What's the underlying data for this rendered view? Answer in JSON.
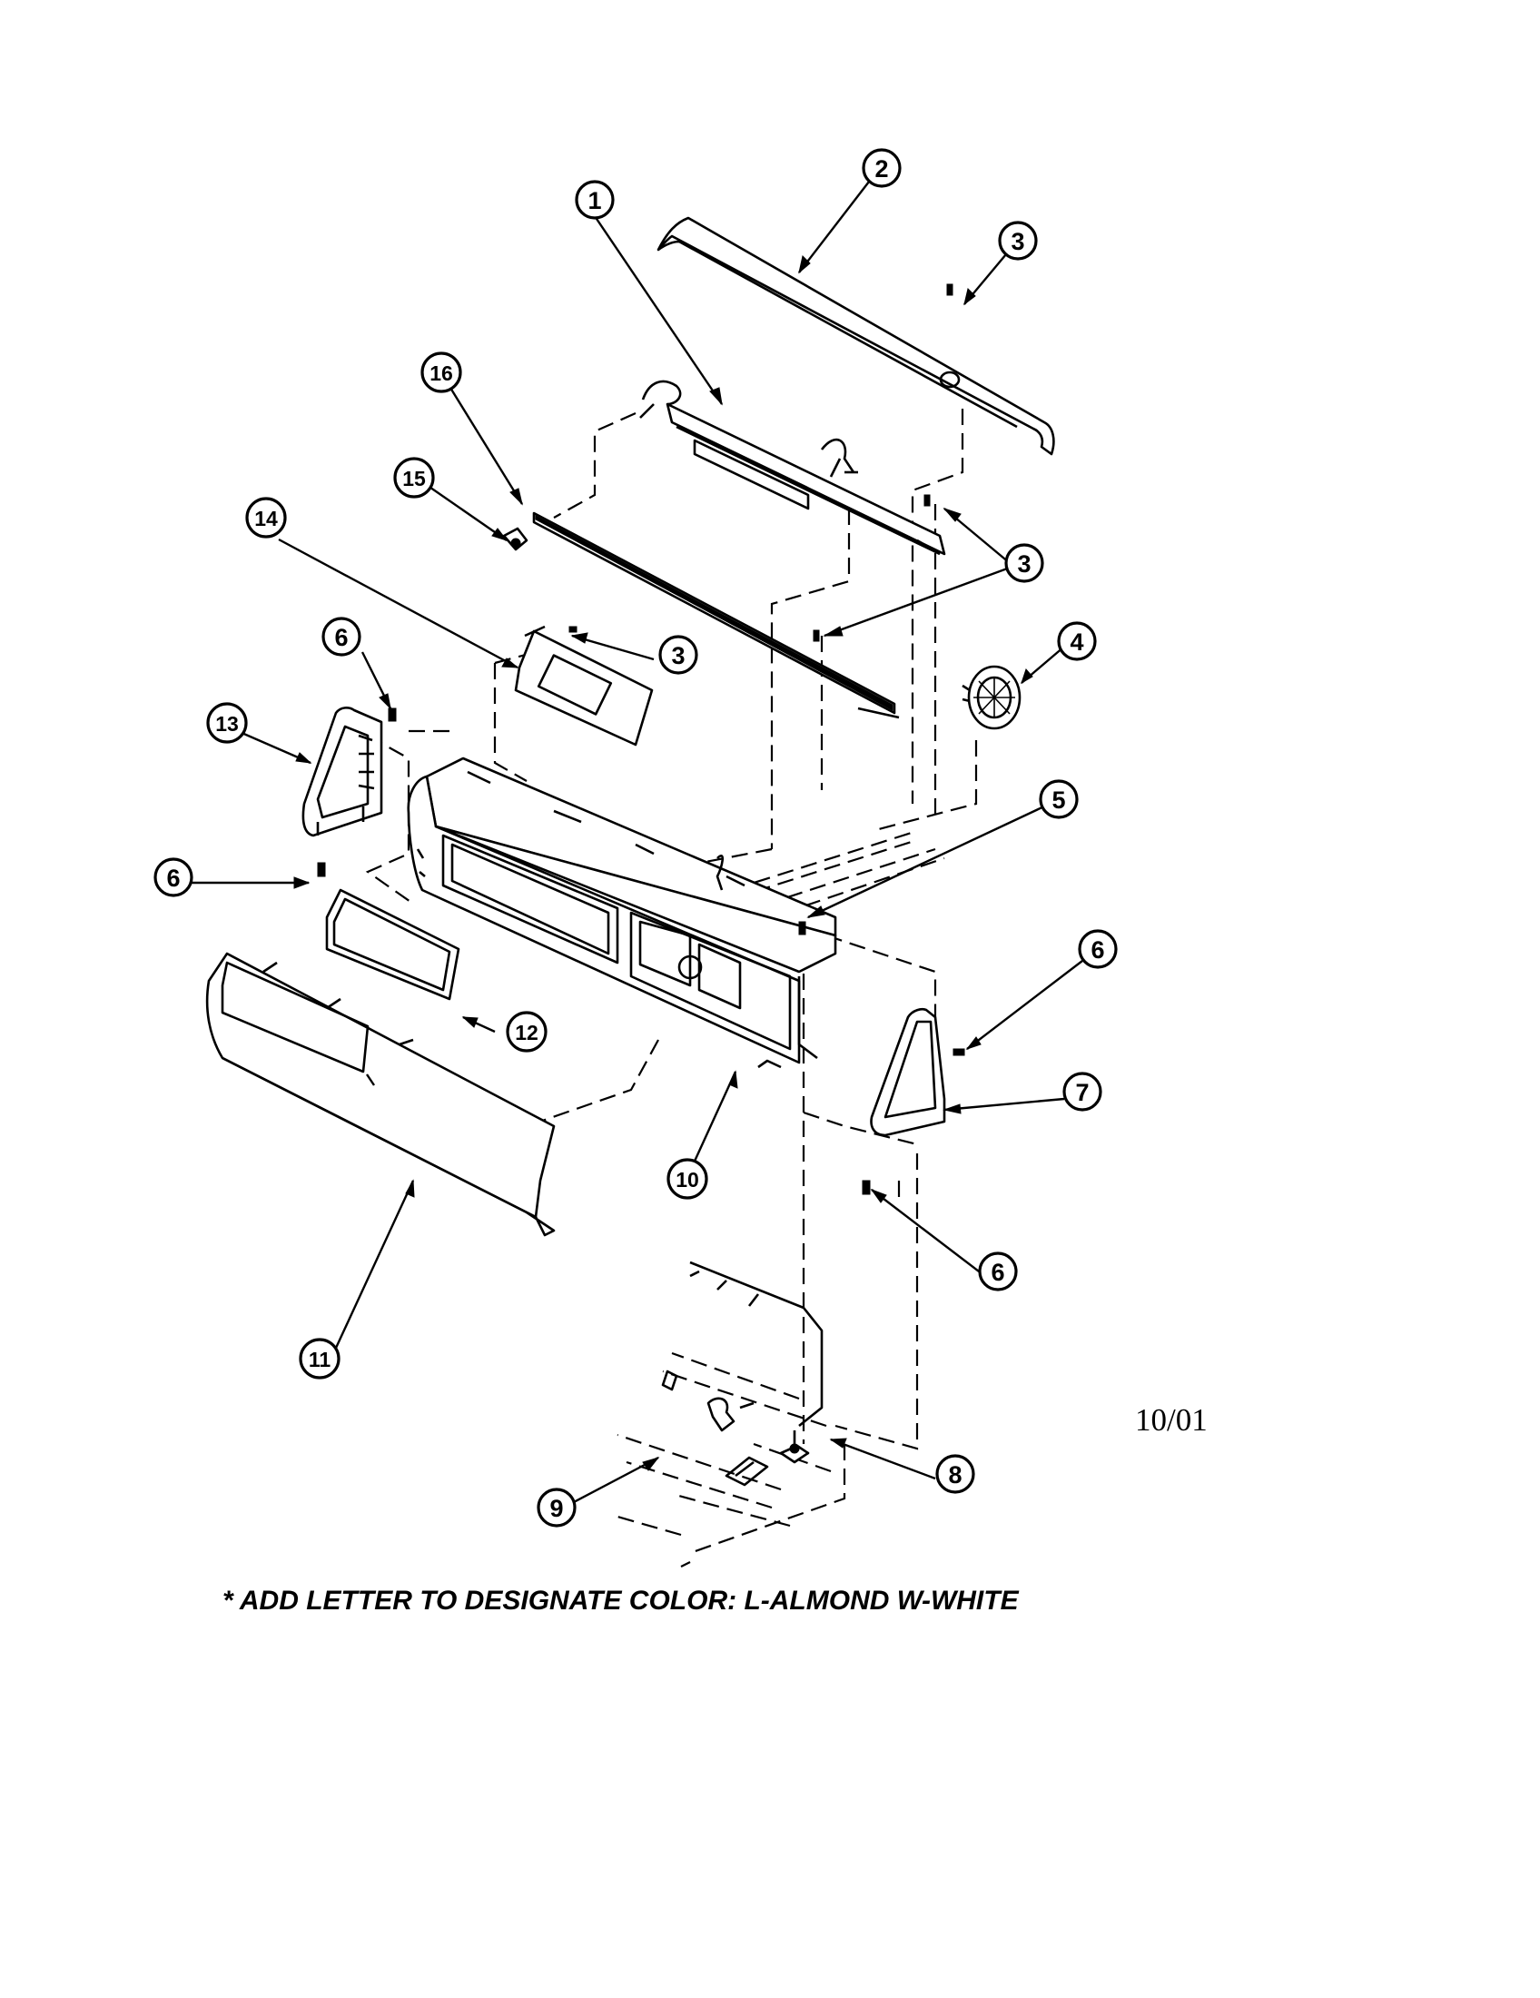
{
  "callouts": {
    "c1": "1",
    "c2": "2",
    "c3a": "3",
    "c3b": "3",
    "c3c": "3",
    "c4": "4",
    "c5": "5",
    "c6a": "6",
    "c6b": "6",
    "c6c": "6",
    "c6d": "6",
    "c7": "7",
    "c8": "8",
    "c9": "9",
    "c10": "10",
    "c11": "11",
    "c12": "12",
    "c13": "13",
    "c14": "14",
    "c15": "15",
    "c16": "16"
  },
  "date": "10/01",
  "note": "* ADD LETTER TO DESIGNATE COLOR:  L-ALMOND  W-WHITE"
}
